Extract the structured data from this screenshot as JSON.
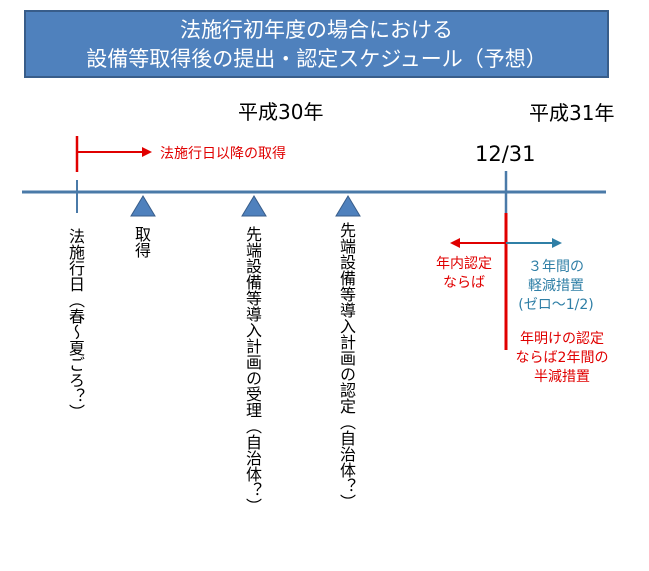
{
  "title": {
    "line1": "法施行初年度の場合における",
    "line2": "設備等取得後の提出・認定スケジュール（予想）"
  },
  "years": {
    "h30": "平成30年",
    "h31": "平成31年"
  },
  "date_label": "12/31",
  "arrow_label": "法施行日以降の取得",
  "events": {
    "enforcement": "法施行日（春～夏ごろ？）",
    "acquisition": "取得",
    "plan_receipt": "先端設備等導入計画の受理（自治体？）",
    "plan_approval": "先端設備等導入計画の認定（自治体？）"
  },
  "within_year": {
    "line1": "年内認定",
    "line2": "ならば"
  },
  "three_year": {
    "line1": "３年間の",
    "line2": "軽減措置",
    "line3": "(ゼロ～1/2)"
  },
  "next_year": {
    "line1": "年明けの認定",
    "line2": "ならば2年間の",
    "line3": "半減措置"
  },
  "colors": {
    "title_fill": "#4f81bd",
    "timeline": "#4a7aa8",
    "triangle": "#4f81bd",
    "red": "#e00000",
    "teal": "#2f7fa6"
  }
}
